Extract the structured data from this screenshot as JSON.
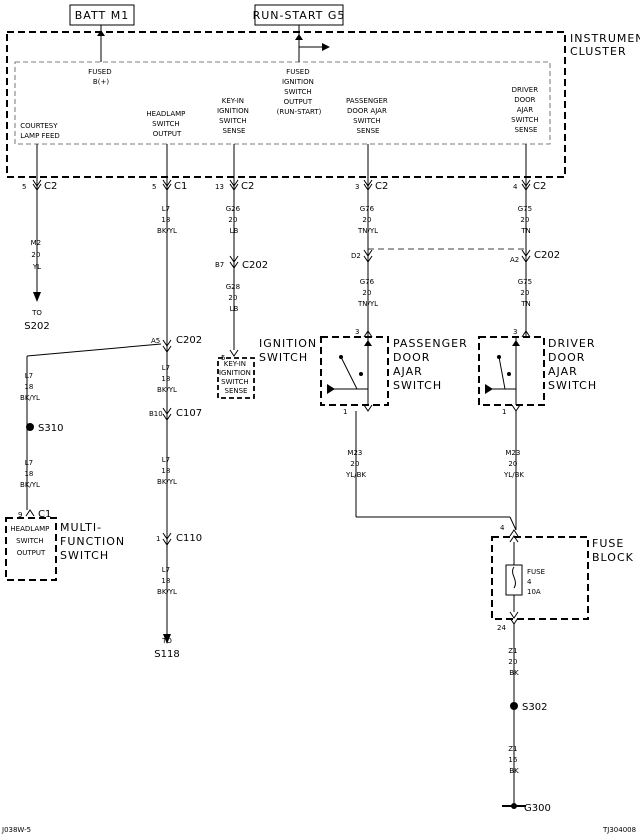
{
  "diagram": {
    "top_boxes": {
      "batt": "BATT M1",
      "run_start": "RUN-START G5"
    },
    "cluster": {
      "line1": "INSTRUMENT",
      "line2": "CLUSTER"
    },
    "inner": {
      "fused_b": [
        "FUSED",
        "B(+)"
      ],
      "fused_ign": [
        "FUSED",
        "IGNITION",
        "SWITCH",
        "OUTPUT",
        "(RUN-START)"
      ],
      "courtesy": [
        "COURTESY",
        "LAMP FEED"
      ],
      "headlamp": [
        "HEADLAMP",
        "SWITCH",
        "OUTPUT"
      ],
      "keyin": [
        "KEY-IN",
        "IGNITION",
        "SWITCH",
        "SENSE"
      ],
      "pass_door": [
        "PASSENGER",
        "DOOR AJAR",
        "SWITCH",
        "SENSE"
      ],
      "drv_door": [
        "DRIVER",
        "DOOR",
        "AJAR",
        "SWITCH",
        "SENSE"
      ]
    },
    "pins": {
      "p1": "5",
      "c1": "C2",
      "p2": "5",
      "c2": "C1",
      "p3": "13",
      "c3": "C2",
      "p4": "3",
      "c4": "C2",
      "p5": "4",
      "c5": "C2"
    },
    "wires": {
      "m2": [
        "M2",
        "20",
        "YL"
      ],
      "to_s202": [
        "TO",
        "S202"
      ],
      "l7_a": [
        "L7",
        "18",
        "BK/YL"
      ],
      "g26": [
        "G26",
        "20",
        "LB"
      ],
      "g28": [
        "G28",
        "20",
        "LB"
      ],
      "g76_a": [
        "G76",
        "20",
        "TN/YL"
      ],
      "g76_b": [
        "G76",
        "20",
        "TN/YL"
      ],
      "g75_a": [
        "G75",
        "20",
        "TN"
      ],
      "g75_b": [
        "G75",
        "20",
        "TN"
      ],
      "l7_left1": [
        "L7",
        "18",
        "BK/YL"
      ],
      "l7_left2": [
        "L7",
        "18",
        "BK/YL"
      ],
      "l7_b": [
        "L7",
        "18",
        "BK/YL"
      ],
      "l7_c": [
        "L7",
        "18",
        "BK/YL"
      ],
      "l7_d": [
        "L7",
        "18",
        "BK/YL"
      ],
      "to_s118": [
        "TO",
        "S118"
      ],
      "m23_a": [
        "M23",
        "20",
        "YL/BK"
      ],
      "m23_b": [
        "M23",
        "20",
        "YL/BK"
      ],
      "z1_a": [
        "Z1",
        "20",
        "BK"
      ],
      "z1_b": [
        "Z1",
        "16",
        "BK"
      ]
    },
    "connectors": {
      "b7": "B7",
      "c202_keyin": "C202",
      "a5": "A5",
      "c202_hl": "C202",
      "d2": "D2",
      "a2": "A2",
      "c202_drv": "C202",
      "b10": "B10",
      "c107": "C107",
      "p_c110": "1",
      "c110": "C110",
      "p_keyin": "5",
      "p_pass_top": "3",
      "p_pass_bot": "1",
      "p_drv_top": "3",
      "p_drv_bot": "1",
      "p_mf": "9",
      "c_mf": "C1",
      "p_fuse_top": "4",
      "p_fuse_bot": "24"
    },
    "splices": {
      "s310": "S310",
      "s302": "S302"
    },
    "ground": "G300",
    "devices": {
      "keyin_box": [
        "KEY-IN",
        "IGNITION",
        "SWITCH",
        "SENSE"
      ],
      "keyin_name": [
        "IGNITION",
        "SWITCH"
      ],
      "pass_name": [
        "PASSENGER",
        "DOOR",
        "AJAR",
        "SWITCH"
      ],
      "drv_name": [
        "DRIVER",
        "DOOR",
        "AJAR",
        "SWITCH"
      ],
      "mf_box": [
        "HEADLAMP",
        "SWITCH",
        "OUTPUT"
      ],
      "mf_name": [
        "MULTI-",
        "FUNCTION",
        "SWITCH"
      ],
      "fuse_inner": [
        "FUSE",
        "4",
        "10A"
      ],
      "fuse_name": [
        "FUSE",
        "BLOCK"
      ]
    },
    "footer": {
      "left": "J038W-5",
      "right": "TJ304008"
    }
  }
}
